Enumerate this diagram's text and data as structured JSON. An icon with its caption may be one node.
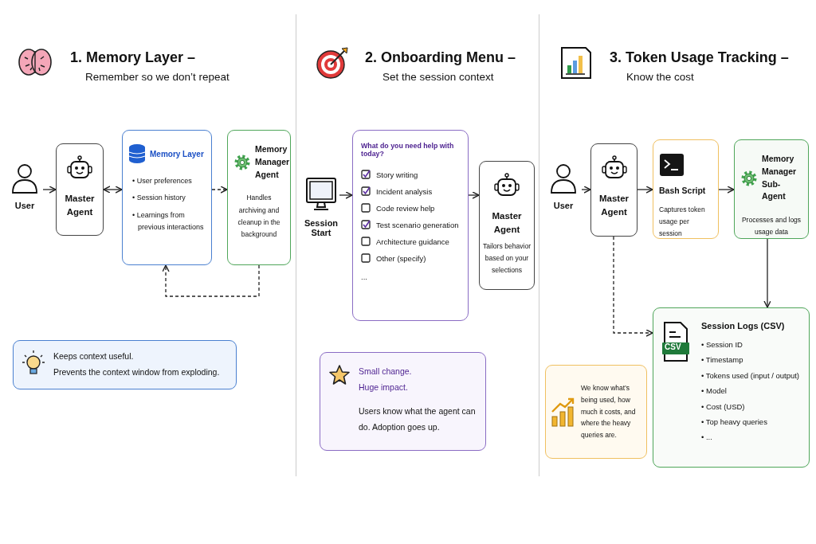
{
  "diagram": {
    "nodes": [
      {
        "text": [
          "User"
        ]
      },
      {
        "text": [
          "Master Agent"
        ]
      },
      {
        "text": [
          "Memory Layer",
          "• User preferences",
          "• Session history",
          "• Learnings from previous interactions"
        ]
      },
      {
        "text": [
          "Memory Manager Agent",
          "Handles archiving and cleanup in the background"
        ]
      },
      {
        "text": [
          "Keeps context useful.",
          "Prevents the context window from exploding."
        ]
      },
      {
        "text": [
          "Session Start"
        ]
      },
      {
        "text": [
          "What do you need help with today?",
          "Story writing",
          "Incident analysis",
          "Code review help",
          "Test scenario generation",
          "Architecture guidance",
          "Other (specify)",
          "..."
        ]
      },
      {
        "text": [
          "Master Agent",
          "Tailors behavior based on your selections"
        ]
      },
      {
        "text": [
          "Small change. Huge impact.",
          "Users know what the agent can do. Adoption goes up."
        ]
      },
      {
        "text": [
          "User"
        ]
      },
      {
        "text": [
          "Master Agent"
        ]
      },
      {
        "text": [
          "Bash Script",
          "Captures token usage per session"
        ]
      },
      {
        "text": [
          "Memory Manager Sub-Agent",
          "Processes and logs usage data"
        ]
      },
      {
        "text": [
          "Session Logs (CSV)",
          "• Session ID",
          "• Timestamp",
          "• Tokens used (input / output)",
          "• Model",
          "• Cost (USD)",
          "• Top heavy queries",
          "• ..."
        ]
      },
      {
        "text": [
          "We know what’s being used, how much it costs, and where the heavy queries are."
        ]
      }
    ],
    "edges": [
      {
        "from": 0,
        "to": 1,
        "arrow": "to"
      },
      {
        "from": 1,
        "to": 2,
        "arrow": "both"
      },
      {
        "from": 2,
        "to": 3,
        "arrow": "to",
        "style": "dashed"
      },
      {
        "from": 3,
        "to": 2,
        "arrow": "to",
        "style": "dashed"
      },
      {
        "from": 5,
        "to": 6,
        "arrow": "to"
      },
      {
        "from": 6,
        "to": 7,
        "arrow": "to"
      },
      {
        "from": 9,
        "to": 10,
        "arrow": "to"
      },
      {
        "from": 10,
        "to": 11,
        "arrow": "to"
      },
      {
        "from": 11,
        "to": 12,
        "arrow": "to"
      },
      {
        "from": 12,
        "to": 13,
        "arrow": "to"
      },
      {
        "from": 10,
        "to": 13,
        "arrow": "to",
        "style": "dashed"
      }
    ],
    "labels": [
      "1. Memory Layer –",
      "Remember so we don’t repeat",
      "2. Onboarding Menu –",
      "Set the session context",
      "3. Token Usage Tracking –",
      "Know the cost",
      "CSV"
    ]
  }
}
